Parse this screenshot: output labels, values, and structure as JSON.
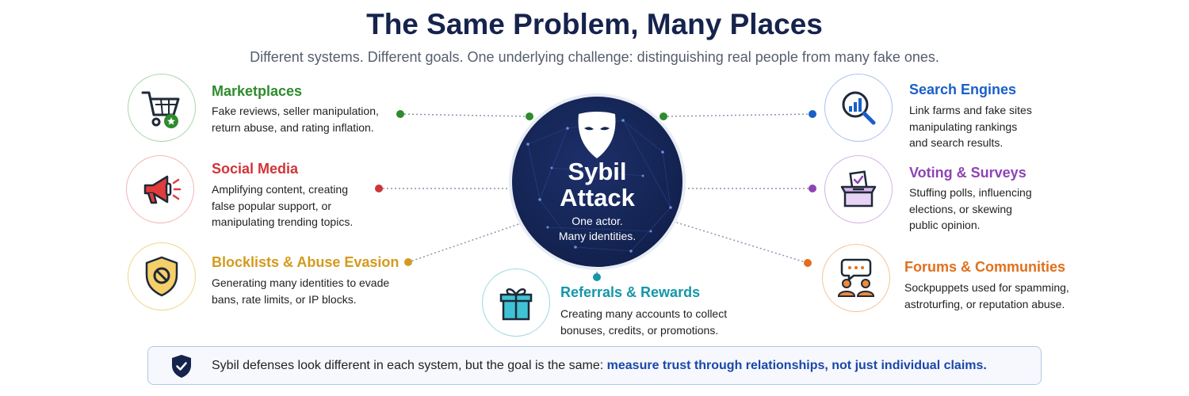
{
  "header": {
    "title": "The Same Problem, Many Places",
    "subtitle": "Different systems. Different goals. One underlying challenge: distinguishing real people from many fake ones."
  },
  "center": {
    "title_line1": "Sybil",
    "title_line2": "Attack",
    "sub_line1": "One actor.",
    "sub_line2": "Many identities.",
    "icon": "mask-icon"
  },
  "items": {
    "marketplaces": {
      "title": "Marketplaces",
      "desc": [
        "Fake reviews, seller manipulation,",
        "return abuse, and rating inflation."
      ],
      "color": "#2e8b2e",
      "icon": "shopping-cart-icon"
    },
    "social": {
      "title": "Social Media",
      "desc": [
        "Amplifying content, creating",
        "false popular support, or",
        "manipulating trending topics."
      ],
      "color": "#d13438",
      "icon": "megaphone-icon"
    },
    "blocklists": {
      "title": "Blocklists & Abuse Evasion",
      "desc": [
        "Generating many identities to evade",
        "bans, rate limits, or IP blocks."
      ],
      "color": "#d49a1e",
      "icon": "shield-ban-icon"
    },
    "referrals": {
      "title": "Referrals & Rewards",
      "desc": [
        "Creating many accounts to collect",
        "bonuses, credits, or promotions."
      ],
      "color": "#1497a8",
      "icon": "gift-icon"
    },
    "search": {
      "title": "Search Engines",
      "desc": [
        "Link farms and fake sites",
        "manipulating rankings",
        "and search results."
      ],
      "color": "#1a5fc8",
      "icon": "search-chart-icon"
    },
    "voting": {
      "title": "Voting & Surveys",
      "desc": [
        "Stuffing polls, influencing",
        "elections, or skewing",
        "public opinion."
      ],
      "color": "#8e44b5",
      "icon": "ballot-box-icon"
    },
    "forums": {
      "title": "Forums & Communities",
      "desc": [
        "Sockpuppets used for spamming,",
        "astroturfing, or reputation abuse."
      ],
      "color": "#e0701c",
      "icon": "chat-people-icon"
    }
  },
  "banner": {
    "text": "Sybil defenses look different in each system, but the goal is the same: ",
    "emphasis": "measure trust through relationships, not just individual claims.",
    "icon": "shield-check-icon"
  }
}
